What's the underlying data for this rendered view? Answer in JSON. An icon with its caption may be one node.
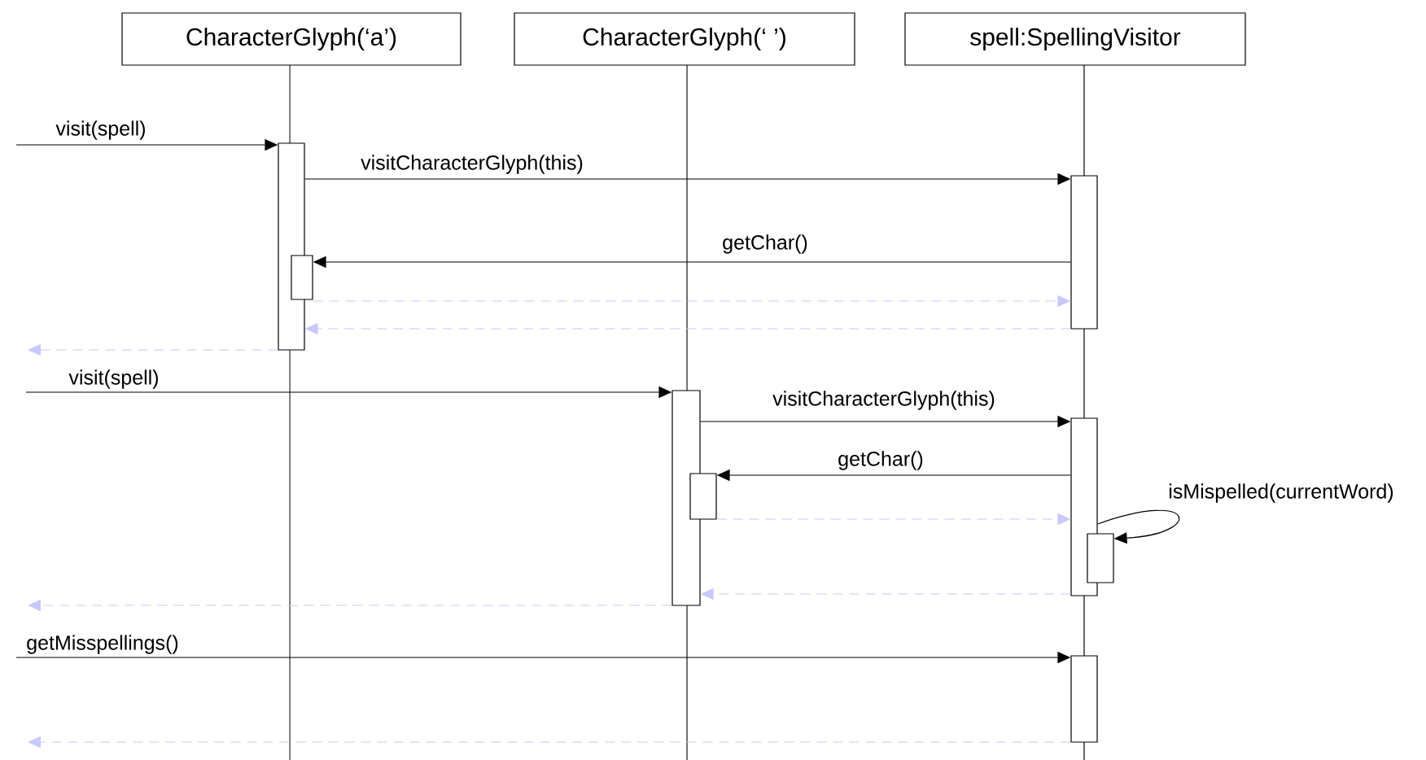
{
  "diagram": {
    "nodes": [
      {
        "text": [
          "CharacterGlyph(‘a’)"
        ]
      },
      {
        "text": [
          "CharacterGlyph(‘  ’)"
        ]
      },
      {
        "text": [
          "spell:SpellingVisitor"
        ]
      },
      {
        "text": [],
        "shape": "bar"
      },
      {
        "text": [],
        "shape": "bar"
      },
      {
        "text": [],
        "shape": "bar"
      },
      {
        "text": [],
        "shape": "bar"
      },
      {
        "text": [],
        "shape": "bar"
      },
      {
        "text": [],
        "shape": "bar"
      },
      {
        "text": [],
        "shape": "bar"
      },
      {
        "text": [],
        "shape": "bar"
      }
    ],
    "edges": [
      {
        "from": null,
        "to": 3,
        "arrow": "to",
        "label": "visit(spell)"
      },
      {
        "from": 3,
        "to": 4,
        "arrow": "to",
        "label": "visitCharacterGlyph(this)"
      },
      {
        "from": 4,
        "to": 5,
        "arrow": "to",
        "label": "getChar()"
      },
      {
        "from": 5,
        "to": 4,
        "arrow": "to",
        "style": "dashed",
        "color": "#c8c8ff"
      },
      {
        "from": 4,
        "to": 3,
        "arrow": "to",
        "style": "dashed",
        "color": "#c8c8ff"
      },
      {
        "from": 3,
        "to": null,
        "arrow": "to",
        "style": "dashed",
        "color": "#c8c8ff"
      },
      {
        "from": null,
        "to": 6,
        "arrow": "to",
        "label": "visit(spell)"
      },
      {
        "from": 6,
        "to": 7,
        "arrow": "to",
        "label": "visitCharacterGlyph(this)"
      },
      {
        "from": 7,
        "to": 8,
        "arrow": "to",
        "label": "getChar()"
      },
      {
        "from": 8,
        "to": 7,
        "arrow": "to",
        "style": "dashed",
        "color": "#c8c8ff"
      },
      {
        "from": 7,
        "to": 9,
        "arrow": "to",
        "label": "isMispelled(currentWord)"
      },
      {
        "from": 7,
        "to": 6,
        "arrow": "to",
        "style": "dashed",
        "color": "#c8c8ff"
      },
      {
        "from": 6,
        "to": null,
        "arrow": "to",
        "style": "dashed",
        "color": "#c8c8ff"
      },
      {
        "from": null,
        "to": 10,
        "arrow": "to",
        "label": "getMisspellings()"
      },
      {
        "from": 10,
        "to": null,
        "arrow": "to",
        "style": "dashed",
        "color": "#c8c8ff"
      }
    ]
  }
}
